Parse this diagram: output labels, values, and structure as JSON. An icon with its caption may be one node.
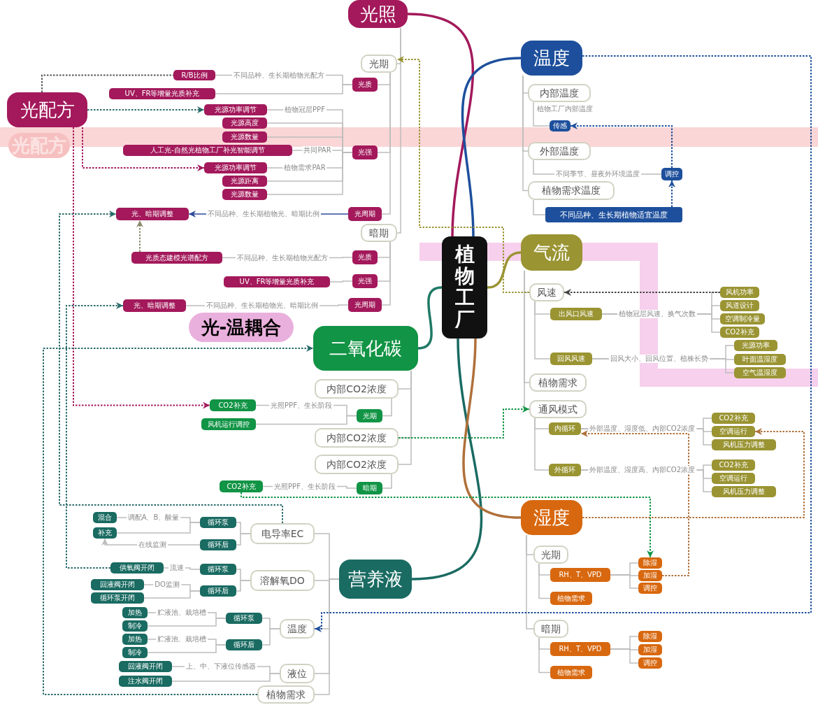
{
  "diagram": {
    "nodes": [
      {
        "text": [
          "植物工厂"
        ]
      },
      {
        "text": [
          "光照"
        ]
      },
      {
        "text": [
          "光期"
        ]
      },
      {
        "text": [
          "R/B比例"
        ]
      },
      {
        "text": [
          "UV、FR等增量光质补充"
        ]
      },
      {
        "text": [
          "光质"
        ]
      },
      {
        "text": [
          "光源功率调节"
        ]
      },
      {
        "text": [
          "光源高度"
        ]
      },
      {
        "text": [
          "光源数量"
        ]
      },
      {
        "text": [
          "光强"
        ]
      },
      {
        "text": [
          "人工光-自然光植物工厂补光智能调节"
        ]
      },
      {
        "text": [
          "光源功率调节"
        ]
      },
      {
        "text": [
          "光源距离"
        ]
      },
      {
        "text": [
          "光源数量"
        ]
      },
      {
        "text": [
          "光、暗期调整"
        ]
      },
      {
        "text": [
          "光周期"
        ]
      },
      {
        "text": [
          "暗期"
        ]
      },
      {
        "text": [
          "光质态建模光谱配方"
        ]
      },
      {
        "text": [
          "光质"
        ]
      },
      {
        "text": [
          "UV、FR等增量光质补充"
        ]
      },
      {
        "text": [
          "光强"
        ]
      },
      {
        "text": [
          "光、暗期调整"
        ]
      },
      {
        "text": [
          "光周期"
        ]
      },
      {
        "text": [
          "光配方"
        ]
      },
      {
        "text": [
          "光-温耦合"
        ]
      },
      {
        "text": [
          "温度"
        ]
      },
      {
        "text": [
          "内部温度"
        ]
      },
      {
        "text": [
          "传感"
        ]
      },
      {
        "text": [
          "外部温度"
        ]
      },
      {
        "text": [
          "调控"
        ]
      },
      {
        "text": [
          "植物需求温度"
        ]
      },
      {
        "text": [
          "不同品种、生长期植物适宜温度"
        ]
      },
      {
        "text": [
          "气流"
        ]
      },
      {
        "text": [
          "风速"
        ]
      },
      {
        "text": [
          "出风口风速"
        ]
      },
      {
        "text": [
          "回风风速"
        ]
      },
      {
        "text": [
          "风机功率"
        ]
      },
      {
        "text": [
          "风道设计"
        ]
      },
      {
        "text": [
          "空调制冷量"
        ]
      },
      {
        "text": [
          "CO2补充"
        ]
      },
      {
        "text": [
          "光源功率"
        ]
      },
      {
        "text": [
          "叶面温湿度"
        ]
      },
      {
        "text": [
          "空气温湿度"
        ]
      },
      {
        "text": [
          "植物需求"
        ]
      },
      {
        "text": [
          "通风模式"
        ]
      },
      {
        "text": [
          "内循环"
        ]
      },
      {
        "text": [
          "外循环"
        ]
      },
      {
        "text": [
          "CO2补充"
        ]
      },
      {
        "text": [
          "空调运行"
        ]
      },
      {
        "text": [
          "风机压力调整"
        ]
      },
      {
        "text": [
          "CO2补充"
        ]
      },
      {
        "text": [
          "空调运行"
        ]
      },
      {
        "text": [
          "风机压力调整"
        ]
      },
      {
        "text": [
          "二氧化碳"
        ]
      },
      {
        "text": [
          "内部CO2浓度"
        ]
      },
      {
        "text": [
          "内部CO2浓度"
        ]
      },
      {
        "text": [
          "内部CO2浓度"
        ]
      },
      {
        "text": [
          "CO2补充"
        ]
      },
      {
        "text": [
          "风机运行调控"
        ]
      },
      {
        "text": [
          "光期"
        ]
      },
      {
        "text": [
          "CO2补充"
        ]
      },
      {
        "text": [
          "暗期"
        ]
      },
      {
        "text": [
          "营养液"
        ]
      },
      {
        "text": [
          "电导率EC"
        ]
      },
      {
        "text": [
          "循环泵"
        ]
      },
      {
        "text": [
          "循环后"
        ]
      },
      {
        "text": [
          "混合"
        ]
      },
      {
        "text": [
          "补充"
        ]
      },
      {
        "text": [
          "溶解氧DO"
        ]
      },
      {
        "text": [
          "循环泵"
        ]
      },
      {
        "text": [
          "循环后"
        ]
      },
      {
        "text": [
          "供氧阀开闭"
        ]
      },
      {
        "text": [
          "回液阀开闭"
        ]
      },
      {
        "text": [
          "循环泵开闭"
        ]
      },
      {
        "text": [
          "温度"
        ]
      },
      {
        "text": [
          "循环泵"
        ]
      },
      {
        "text": [
          "循环后"
        ]
      },
      {
        "text": [
          "加热"
        ]
      },
      {
        "text": [
          "制冷"
        ]
      },
      {
        "text": [
          "加热"
        ]
      },
      {
        "text": [
          "制冷"
        ]
      },
      {
        "text": [
          "液位"
        ]
      },
      {
        "text": [
          "回液阀开闭"
        ]
      },
      {
        "text": [
          "注水阀开闭"
        ]
      },
      {
        "text": [
          "植物需求"
        ]
      },
      {
        "text": [
          "湿度"
        ]
      },
      {
        "text": [
          "光期"
        ]
      },
      {
        "text": [
          "RH、T、VPD"
        ]
      },
      {
        "text": [
          "植物需求"
        ]
      },
      {
        "text": [
          "除湿"
        ]
      },
      {
        "text": [
          "加湿"
        ]
      },
      {
        "text": [
          "调控"
        ]
      },
      {
        "text": [
          "暗期"
        ]
      },
      {
        "text": [
          "RH、T、VPD"
        ]
      },
      {
        "text": [
          "植物需求"
        ]
      },
      {
        "text": [
          "除湿"
        ]
      },
      {
        "text": [
          "加湿"
        ]
      },
      {
        "text": [
          "调控"
        ]
      }
    ],
    "edges": [
      {
        "from": 0,
        "to": 1,
        "arrow": "none",
        "style": "thick",
        "color": "#a3195b"
      },
      {
        "from": 0,
        "to": 25,
        "arrow": "none",
        "style": "thick",
        "color": "#1d4f9c"
      },
      {
        "from": 0,
        "to": 32,
        "arrow": "none",
        "style": "thick",
        "color": "#9a9433"
      },
      {
        "from": 0,
        "to": 53,
        "arrow": "none",
        "style": "thick",
        "color": "#1f7a66"
      },
      {
        "from": 0,
        "to": 62,
        "arrow": "none",
        "style": "thick",
        "color": "#1a6b62"
      },
      {
        "from": 0,
        "to": 85,
        "arrow": "none",
        "style": "thick",
        "color": "#b0703a"
      },
      {
        "from": 1,
        "to": 2,
        "arrow": "none"
      },
      {
        "from": 1,
        "to": 16,
        "arrow": "none"
      },
      {
        "from": 2,
        "to": 5,
        "arrow": "none"
      },
      {
        "from": 2,
        "to": 9,
        "arrow": "none"
      },
      {
        "from": 2,
        "to": 15,
        "arrow": "none"
      },
      {
        "from": 5,
        "to": 3,
        "arrow": "none",
        "label": "不同品种、生长期植物光配方"
      },
      {
        "from": 5,
        "to": 4,
        "arrow": "none"
      },
      {
        "from": 9,
        "to": 6,
        "arrow": "none",
        "label": "植物冠层PPF"
      },
      {
        "from": 9,
        "to": 7,
        "arrow": "none"
      },
      {
        "from": 9,
        "to": 8,
        "arrow": "none"
      },
      {
        "from": 9,
        "to": 10,
        "arrow": "none",
        "label": "共同PAR"
      },
      {
        "from": 9,
        "to": 11,
        "arrow": "none",
        "label": "植物需求PAR"
      },
      {
        "from": 9,
        "to": 12,
        "arrow": "none"
      },
      {
        "from": 9,
        "to": 13,
        "arrow": "none"
      },
      {
        "from": 15,
        "to": 14,
        "arrow": "to",
        "label": "不同品种、生长期植物光、暗期比例",
        "color": "#2b4a9b"
      },
      {
        "from": 16,
        "to": 18,
        "arrow": "none"
      },
      {
        "from": 16,
        "to": 20,
        "arrow": "none"
      },
      {
        "from": 16,
        "to": 22,
        "arrow": "none"
      },
      {
        "from": 18,
        "to": 17,
        "arrow": "none",
        "label": "不同品种、生长期植物光配方"
      },
      {
        "from": 20,
        "to": 19,
        "arrow": "none"
      },
      {
        "from": 22,
        "to": 21,
        "arrow": "none",
        "label": "不同品种、生长期植物光、暗期比例"
      },
      {
        "from": 25,
        "to": 26,
        "arrow": "none"
      },
      {
        "from": 25,
        "to": 28,
        "arrow": "none"
      },
      {
        "from": 25,
        "to": 30,
        "arrow": "none"
      },
      {
        "from": 26,
        "to": 27,
        "arrow": "none"
      },
      {
        "from": 28,
        "to": 29,
        "arrow": "none",
        "label": "不同季节、昼夜外环境温度"
      },
      {
        "from": 30,
        "to": 31,
        "arrow": "none"
      },
      {
        "from": 32,
        "to": 33,
        "arrow": "none"
      },
      {
        "from": 32,
        "to": 43,
        "arrow": "none"
      },
      {
        "from": 32,
        "to": 44,
        "arrow": "none"
      },
      {
        "from": 33,
        "to": 34,
        "arrow": "none"
      },
      {
        "from": 33,
        "to": 35,
        "arrow": "none"
      },
      {
        "from": 34,
        "to": 36,
        "arrow": "none",
        "label": "植物冠层风速、换气次数"
      },
      {
        "from": 34,
        "to": 37,
        "arrow": "none"
      },
      {
        "from": 34,
        "to": 38,
        "arrow": "none"
      },
      {
        "from": 34,
        "to": 39,
        "arrow": "none"
      },
      {
        "from": 35,
        "to": 40,
        "arrow": "none",
        "label": "回风大小、回风位置、植株长势"
      },
      {
        "from": 35,
        "to": 41,
        "arrow": "none"
      },
      {
        "from": 35,
        "to": 42,
        "arrow": "none"
      },
      {
        "from": 44,
        "to": 45,
        "arrow": "none"
      },
      {
        "from": 44,
        "to": 46,
        "arrow": "none"
      },
      {
        "from": 45,
        "to": 47,
        "arrow": "none",
        "label": "外部温度、湿度低、内部CO2浓度"
      },
      {
        "from": 45,
        "to": 48,
        "arrow": "none"
      },
      {
        "from": 45,
        "to": 49,
        "arrow": "none"
      },
      {
        "from": 46,
        "to": 50,
        "arrow": "none",
        "label": "外部温度、湿度高、内部CO2浓度"
      },
      {
        "from": 46,
        "to": 51,
        "arrow": "none"
      },
      {
        "from": 46,
        "to": 52,
        "arrow": "none"
      },
      {
        "from": 53,
        "to": 54,
        "arrow": "none"
      },
      {
        "from": 53,
        "to": 55,
        "arrow": "none"
      },
      {
        "from": 53,
        "to": 56,
        "arrow": "none"
      },
      {
        "from": 54,
        "to": 59,
        "arrow": "none"
      },
      {
        "from": 59,
        "to": 57,
        "arrow": "none",
        "label": "光照PPF、生长阶段"
      },
      {
        "from": 59,
        "to": 58,
        "arrow": "none"
      },
      {
        "from": 56,
        "to": 61,
        "arrow": "none"
      },
      {
        "from": 61,
        "to": 60,
        "arrow": "none",
        "label": "光照PPF、生长阶段"
      },
      {
        "from": 62,
        "to": 63,
        "arrow": "none"
      },
      {
        "from": 62,
        "to": 68,
        "arrow": "none"
      },
      {
        "from": 62,
        "to": 74,
        "arrow": "none"
      },
      {
        "from": 62,
        "to": 81,
        "arrow": "none"
      },
      {
        "from": 62,
        "to": 84,
        "arrow": "none"
      },
      {
        "from": 63,
        "to": 64,
        "arrow": "none"
      },
      {
        "from": 63,
        "to": 65,
        "arrow": "none"
      },
      {
        "from": 64,
        "to": 66,
        "arrow": "none",
        "label": "调配A、B、酸量"
      },
      {
        "from": 64,
        "to": 67,
        "arrow": "none"
      },
      {
        "from": 65,
        "to": 67,
        "arrow": "to",
        "label": "在线监测"
      },
      {
        "from": 68,
        "to": 69,
        "arrow": "none"
      },
      {
        "from": 68,
        "to": 70,
        "arrow": "none"
      },
      {
        "from": 69,
        "to": 71,
        "arrow": "none",
        "label": "流速"
      },
      {
        "from": 70,
        "to": 72,
        "arrow": "none",
        "label": "DO监测"
      },
      {
        "from": 70,
        "to": 73,
        "arrow": "none"
      },
      {
        "from": 74,
        "to": 75,
        "arrow": "none"
      },
      {
        "from": 74,
        "to": 76,
        "arrow": "none"
      },
      {
        "from": 75,
        "to": 77,
        "arrow": "none",
        "label": "贮液池、栽培槽"
      },
      {
        "from": 75,
        "to": 78,
        "arrow": "none"
      },
      {
        "from": 76,
        "to": 79,
        "arrow": "none",
        "label": "贮液池、栽培槽"
      },
      {
        "from": 76,
        "to": 80,
        "arrow": "none"
      },
      {
        "from": 81,
        "to": 82,
        "arrow": "none",
        "label": "上、中、下液位传感器"
      },
      {
        "from": 81,
        "to": 83,
        "arrow": "none"
      },
      {
        "from": 85,
        "to": 86,
        "arrow": "none"
      },
      {
        "from": 85,
        "to": 92,
        "arrow": "none"
      },
      {
        "from": 86,
        "to": 87,
        "arrow": "none"
      },
      {
        "from": 86,
        "to": 88,
        "arrow": "none"
      },
      {
        "from": 87,
        "to": 89,
        "arrow": "none"
      },
      {
        "from": 87,
        "to": 90,
        "arrow": "none"
      },
      {
        "from": 87,
        "to": 91,
        "arrow": "none"
      },
      {
        "from": 92,
        "to": 93,
        "arrow": "none"
      },
      {
        "from": 92,
        "to": 94,
        "arrow": "none"
      },
      {
        "from": 93,
        "to": 95,
        "arrow": "none"
      },
      {
        "from": 93,
        "to": 96,
        "arrow": "none"
      },
      {
        "from": 93,
        "to": 97,
        "arrow": "none"
      },
      {
        "from": 23,
        "to": 6,
        "arrow": "to",
        "style": "dashed",
        "color": "#2a6b6b"
      },
      {
        "from": 23,
        "to": 11,
        "arrow": "to",
        "style": "dashed",
        "color": "#a3195b"
      },
      {
        "from": 23,
        "to": 3,
        "arrow": "none",
        "style": "dashed",
        "color": "#555555"
      },
      {
        "from": 23,
        "to": 57,
        "arrow": "to",
        "style": "dashed",
        "color": "#a3195b"
      },
      {
        "from": 33,
        "to": 2,
        "arrow": "to",
        "style": "dashed",
        "color": "#9a9433"
      },
      {
        "from": 55,
        "to": 44,
        "arrow": "to",
        "style": "dashed",
        "color": "#119445"
      },
      {
        "from": 84,
        "to": 53,
        "arrow": "to",
        "style": "dashed",
        "color": "#2a6b6b"
      },
      {
        "from": 25,
        "to": 74,
        "arrow": "to",
        "style": "dashed",
        "color": "#1d4f9c"
      },
      {
        "from": 29,
        "to": 27,
        "arrow": "to",
        "style": "dashed",
        "color": "#1d4f9c"
      },
      {
        "from": 31,
        "to": 29,
        "arrow": "to",
        "style": "dashed",
        "color": "#1d4f9c"
      },
      {
        "from": 36,
        "to": 33,
        "arrow": "to",
        "style": "dashed",
        "color": "#444444"
      },
      {
        "from": 85,
        "to": 48,
        "arrow": "to",
        "style": "dashed",
        "color": "#b0703a"
      },
      {
        "from": 90,
        "to": 45,
        "arrow": "to",
        "style": "dashed",
        "color": "#b0703a"
      },
      {
        "from": 60,
        "to": 89,
        "arrow": "to",
        "style": "dashed",
        "color": "#119445"
      },
      {
        "from": 17,
        "to": 14,
        "arrow": "to",
        "style": "dashed",
        "color": "#8a8a6a"
      },
      {
        "from": 71,
        "to": 21,
        "arrow": "to",
        "style": "dashed",
        "color": "#2a6b6b"
      },
      {
        "from": 63,
        "to": 14,
        "arrow": "to",
        "style": "dashed",
        "color": "#2a6b6b"
      }
    ],
    "labels": [
      "光配方",
      "植物工厂内部温度"
    ]
  }
}
